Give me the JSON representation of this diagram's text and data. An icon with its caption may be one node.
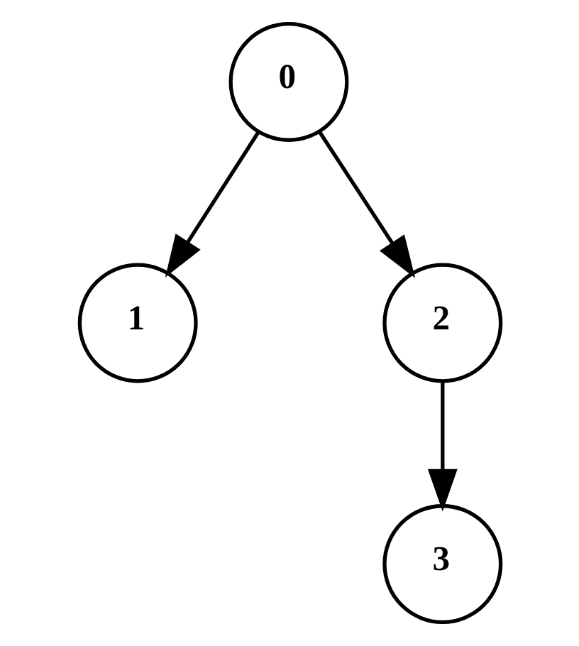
{
  "diagram": {
    "nodes": [
      {
        "text": [
          "0"
        ]
      },
      {
        "text": [
          "1"
        ]
      },
      {
        "text": [
          "2"
        ]
      },
      {
        "text": [
          "3"
        ]
      }
    ],
    "edges": [
      {
        "from": 0,
        "to": 1,
        "arrow": "to"
      },
      {
        "from": 0,
        "to": 2,
        "arrow": "to"
      },
      {
        "from": 2,
        "to": 3,
        "arrow": "to"
      }
    ]
  }
}
